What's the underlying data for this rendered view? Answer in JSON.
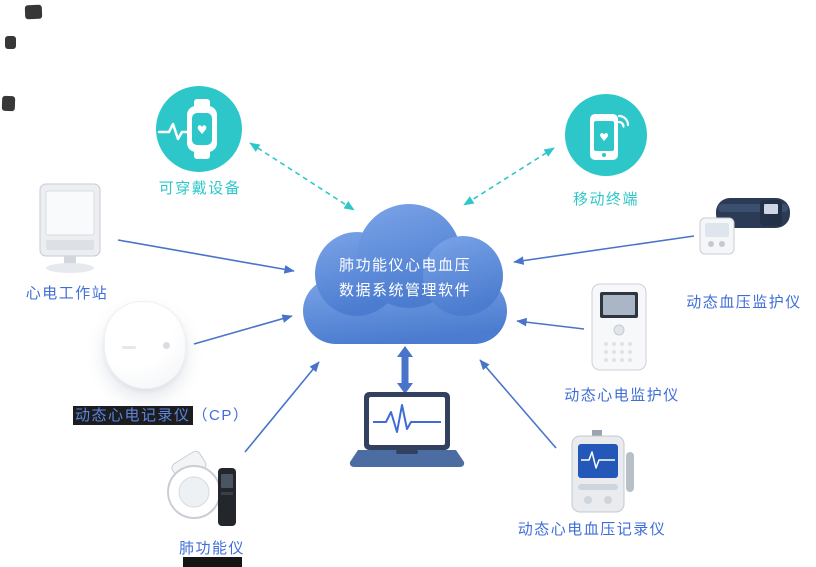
{
  "cloud": {
    "line1": "肺功能仪心电血压",
    "line2": "数据系统管理软件"
  },
  "nodes": {
    "wearable": {
      "label": "可穿戴设备"
    },
    "mobile": {
      "label": "移动终端"
    },
    "ecg_workstation": {
      "label": "心电工作站"
    },
    "holter_recorder": {
      "label": "动态心电记录仪",
      "suffix": "（CP）"
    },
    "spirometer": {
      "label": "肺功能仪"
    },
    "bp_monitor": {
      "label": "动态血压监护仪"
    },
    "ecg_monitor": {
      "label": "动态心电监护仪"
    },
    "ecg_bp_recorder": {
      "label": "动态心电血压记录仪"
    }
  },
  "icons": {
    "wearable": "smartwatch-heart-icon",
    "mobile": "smartphone-heart-signal-icon",
    "center": "cloud-icon",
    "bottom": "laptop-ecg-icon"
  },
  "colors": {
    "teal": "#2ec7c9",
    "arrow_blue": "#4a74c9",
    "label_blue": "#3f6ed8",
    "cloud_top": "#7ba4e8",
    "cloud_bottom": "#4b7ccf"
  }
}
